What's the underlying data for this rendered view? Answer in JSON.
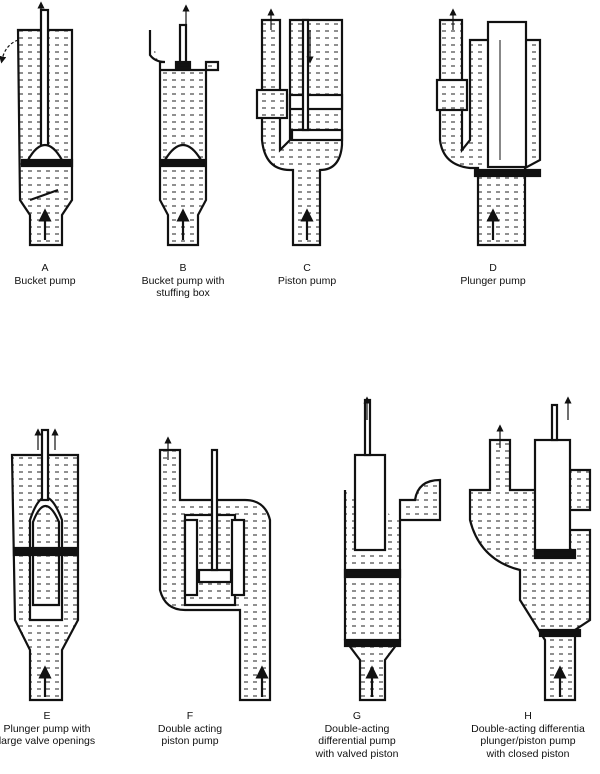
{
  "pumps": [
    {
      "letter": "A",
      "lines": [
        "Bucket pump"
      ]
    },
    {
      "letter": "B",
      "lines": [
        "Bucket pump with",
        "stuffing box"
      ]
    },
    {
      "letter": "C",
      "lines": [
        "Piston pump"
      ]
    },
    {
      "letter": "D",
      "lines": [
        "Plunger pump"
      ]
    },
    {
      "letter": "E",
      "lines": [
        "Plunger pump with",
        "large valve openings"
      ]
    },
    {
      "letter": "F",
      "lines": [
        "Double acting",
        "piston pump"
      ]
    },
    {
      "letter": "G",
      "lines": [
        "Double-acting",
        "differential pump",
        "with valved piston"
      ]
    },
    {
      "letter": "H",
      "lines": [
        "Double-acting differentia",
        "plunger/piston pump",
        "with closed piston"
      ]
    }
  ]
}
